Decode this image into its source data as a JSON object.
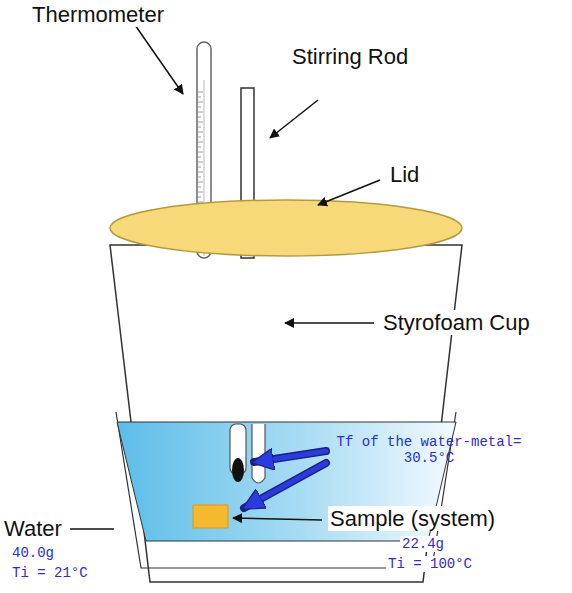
{
  "diagram": {
    "labels": [
      "Thermometer",
      "Stirring Rod",
      "Lid",
      "Styrofoam Cup",
      "Tf of the water-metal= 30.5°C",
      "Water",
      "40.0g",
      "Ti = 21°C",
      "Sample (system)",
      "22.4g",
      "Ti = 100°C"
    ]
  }
}
